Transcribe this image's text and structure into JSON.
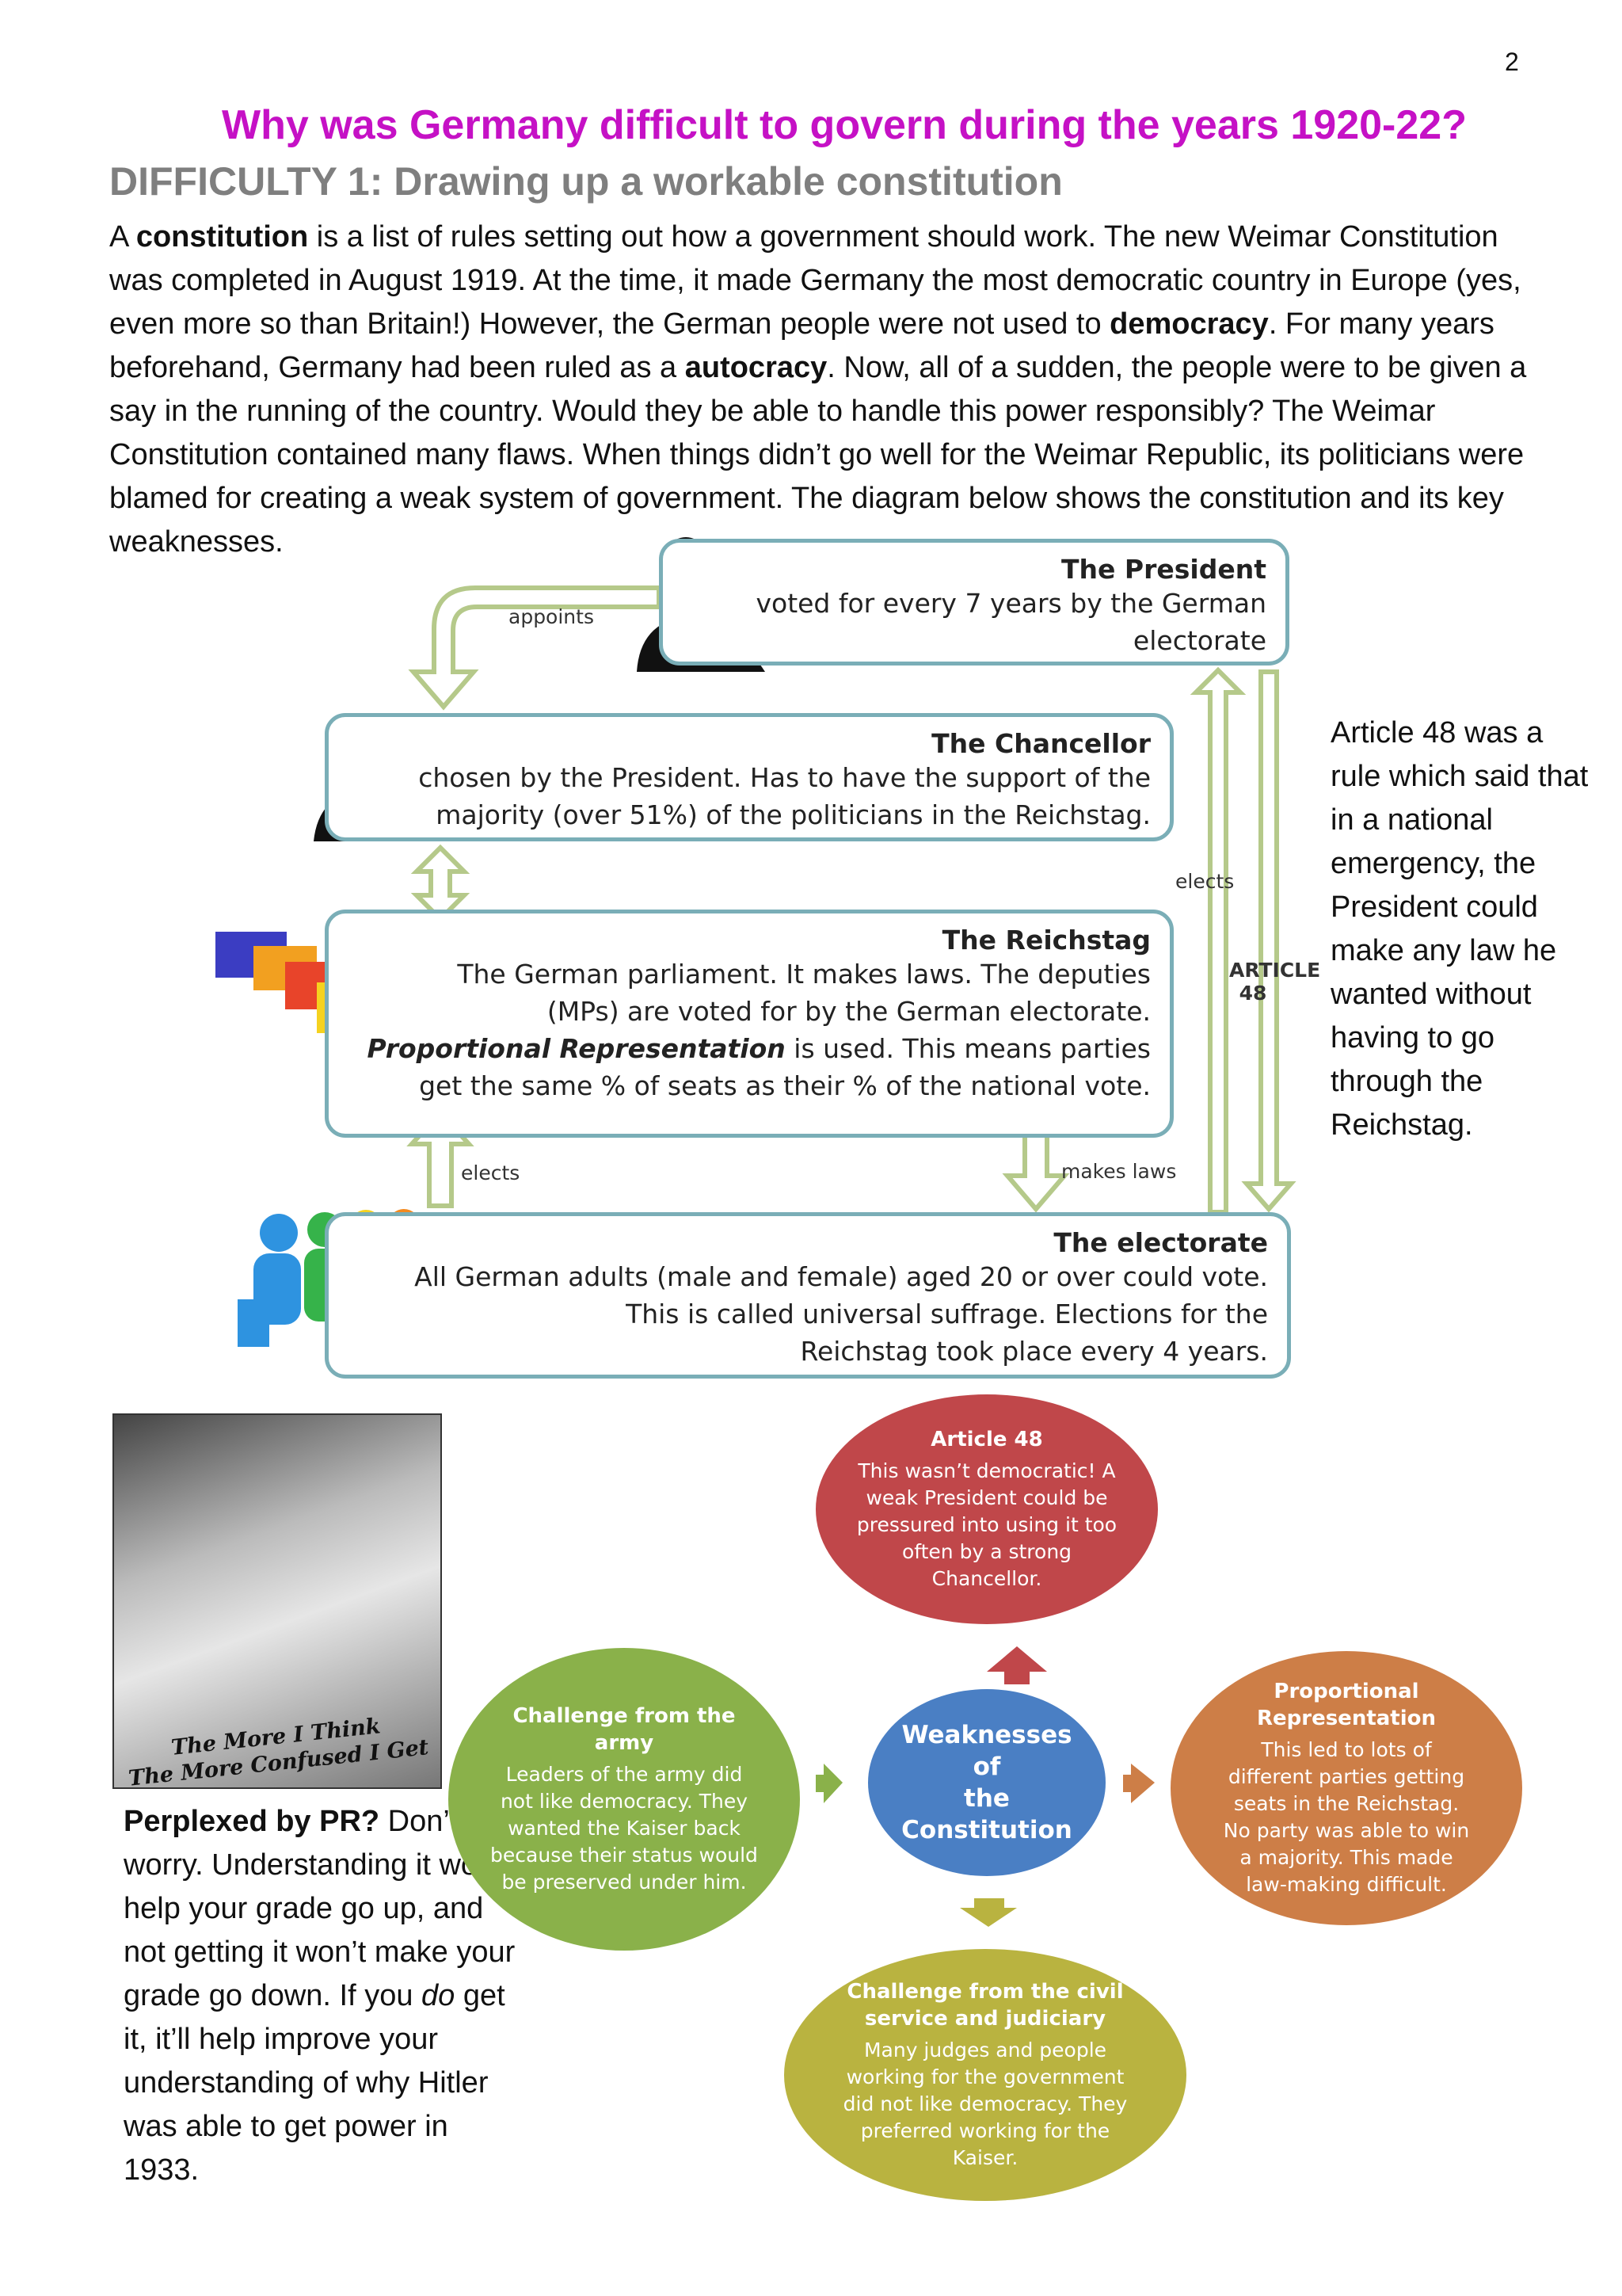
{
  "page_number": "2",
  "title": "Why was Germany difficult to govern during the years 1920-22?",
  "subtitle": "DIFFICULTY 1: Drawing up a workable constitution",
  "intro": {
    "p1": "A ",
    "b1": "constitution",
    "p2": " is a list of rules setting out how a government should work. The new Weimar Constitution was completed in August 1919. At the time, it made Germany the most democratic country in Europe (yes, even more so than Britain!) However, the German people were not used to ",
    "b2": "democracy",
    "p3": ". For many years beforehand, Germany had been ruled as a ",
    "b3": "autocracy",
    "p4": ". Now, all of a sudden, the people were to be given a say in the running of the country. Would they be able to handle this power responsibly? The Weimar Constitution contained many flaws. When things didn’t go well for the Weimar Republic, its politicians were blamed for creating a weak system of government. The diagram below shows the constitution and its key weaknesses."
  },
  "diagram": {
    "president": {
      "title": "The President",
      "desc1": "voted for every 7 years by the German",
      "desc2": "electorate"
    },
    "chancellor": {
      "title": "The Chancellor",
      "desc1": "chosen by the President. Has to have the support of the",
      "desc2": "majority (over 51%) of the politicians in the Reichstag."
    },
    "reichstag": {
      "title": "The Reichstag",
      "desc1": "The German parliament. It makes laws. The deputies",
      "desc2": "(MPs) are voted for by the German electorate.",
      "pr_bold": "Proportional Representation",
      "desc3": " is used. This means parties",
      "desc4": "get the same % of seats as their % of the national vote."
    },
    "electorate": {
      "title": "The electorate",
      "desc1": "All German adults (male and female) aged 20 or over could vote.",
      "desc2": "This is called universal suffrage. Elections for the",
      "desc3": "Reichstag took place every 4 years."
    },
    "labels": {
      "appoints": "appoints",
      "elects_top": "elects",
      "article48_line1": "ARTICLE",
      "article48_line2": "48",
      "elects_bottom": "elects",
      "makes_laws": "makes laws"
    }
  },
  "article48_note": "Article 48 was a rule which said that in a national emergency, the President could make any law he wanted without having to go through the Reichstag.",
  "baby_caption": {
    "line1": "The More I Think",
    "line2": "The More Confused I Get"
  },
  "pr_note": {
    "bold": "Perplexed by PR?",
    "p1": " Don’t worry. Understanding it won’t help your grade go up, and not getting it won’t make your grade go down. If you ",
    "em": "do",
    "p2": " get it, it’ll help improve your understanding of why Hitler was able to get power in 1933."
  },
  "weaknesses": {
    "center": {
      "line1": "Weaknesses of",
      "line2": "the",
      "line3": "Constitution"
    },
    "article48": {
      "title": "Article 48",
      "desc": "This wasn’t democratic! A weak President could be pressured into using it too often by a strong Chancellor."
    },
    "army": {
      "title": "Challenge from the army",
      "desc": "Leaders of the army did not like democracy. They wanted the Kaiser back because their status would be preserved under him."
    },
    "pr": {
      "title": "Proportional Representation",
      "desc": "This led to lots of different parties getting seats in the Reichstag. No party was able to win a majority. This made law-making difficult."
    },
    "civil": {
      "title": "Challenge from the civil service and judiciary",
      "desc": "Many judges and people working for the government did not like democracy. They preferred working for the Kaiser."
    }
  },
  "colors": {
    "title": "#c511c5",
    "subtitle": "#7f7f7f",
    "box_border": "#7aaeb7",
    "arrow": "#b5c98a",
    "article48": "#c0474a",
    "army": "#8ab14a",
    "center": "#4a7fc4",
    "pr": "#cd7e47",
    "civil": "#b9b340"
  }
}
